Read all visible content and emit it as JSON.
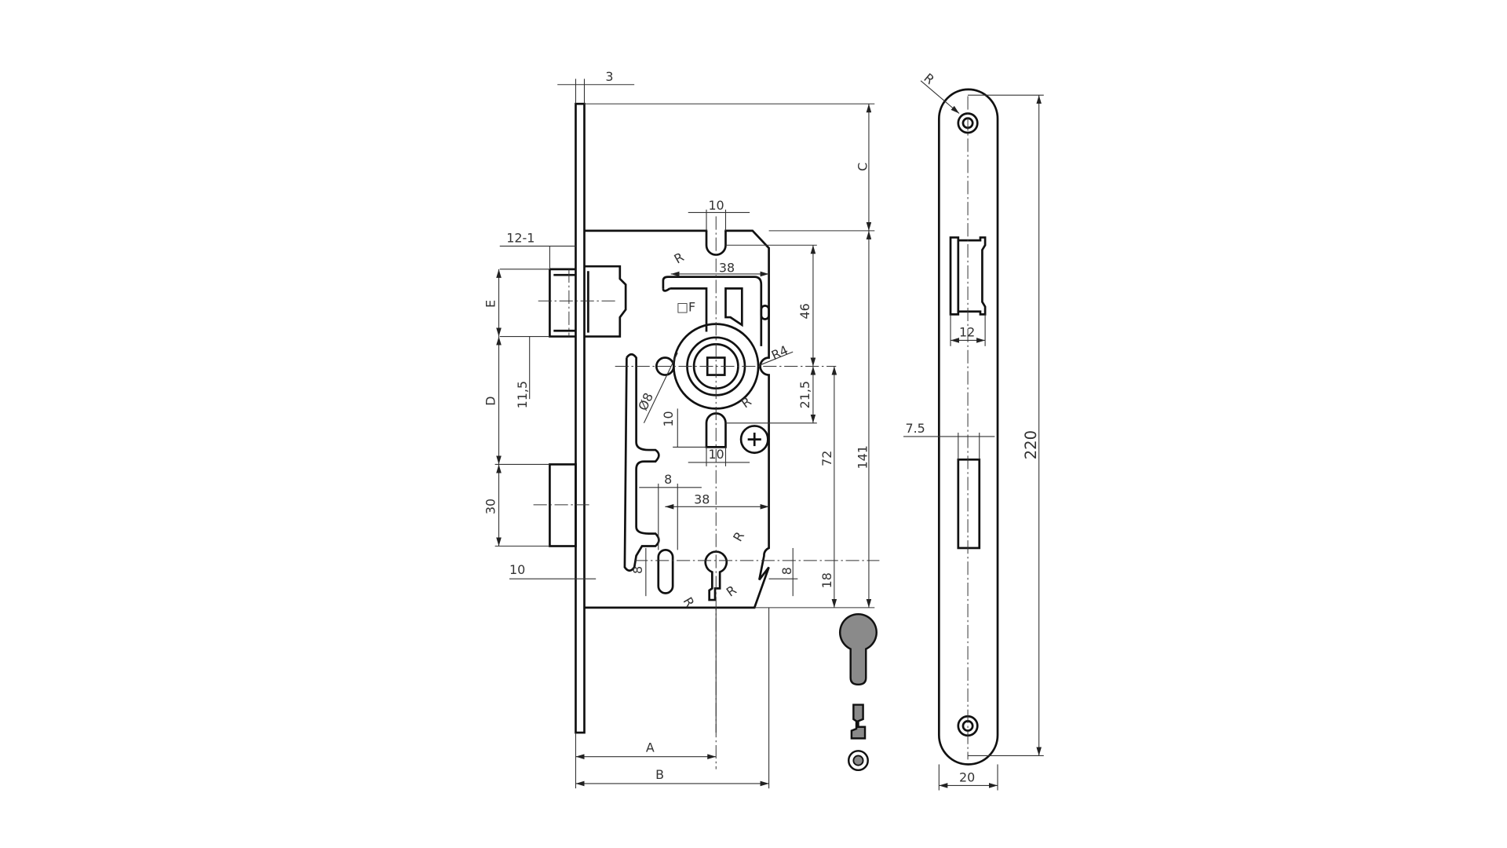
{
  "title": "Mortise lock technical drawing",
  "side_view": {
    "dims": {
      "faceplate_thickness": "3",
      "latch_projection": "12-1",
      "E": "E",
      "D": "D",
      "d11_5": "11,5",
      "bolt_height": "30",
      "bolt_projection": "10",
      "C": "C",
      "cam_width_top": "10",
      "R_top": "R",
      "w38_top": "38",
      "square_F": "□F",
      "d46": "46",
      "R4": "R4",
      "phi8": "Ø8",
      "d21_5": "21,5",
      "R_mid": "R",
      "d10_vert": "10",
      "d10_bottom": "10",
      "d72": "72",
      "d141": "141",
      "d8_top": "8",
      "w38_bottom": "38",
      "R_key": "R",
      "d8_left": "8",
      "d8_right": "8",
      "d18": "18",
      "R_slot": "R",
      "R_lower": "R",
      "A": "A",
      "B": "B"
    }
  },
  "front_view": {
    "dims": {
      "R": "R",
      "latch_width": "12",
      "offset": "7.5",
      "height": "220",
      "width": "20"
    }
  },
  "colors": {
    "line": "#111111",
    "cylinder_fill": "#8a8a8a"
  }
}
